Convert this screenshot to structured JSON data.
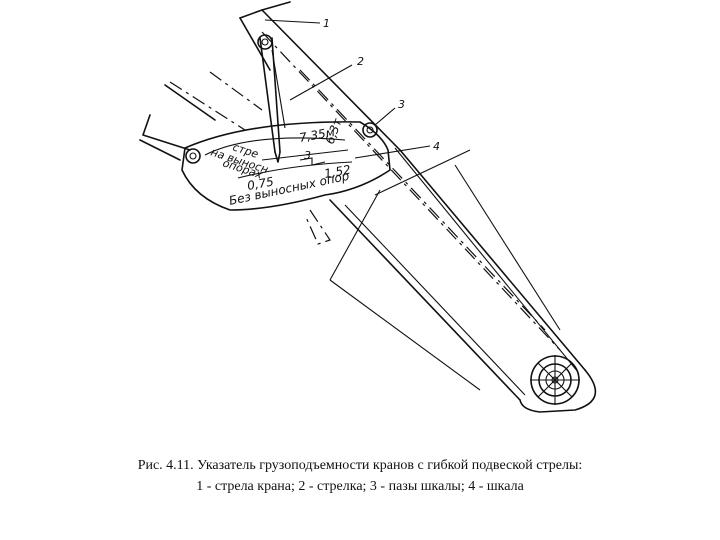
{
  "diagram": {
    "callouts": [
      "1",
      "2",
      "3",
      "4"
    ],
    "scale": {
      "upper_label_line1": "стре",
      "upper_label_line2": "на выносн",
      "upper_label_line3": "опорах",
      "value_radius_top": "7,35м",
      "value_load_top": "6,3т",
      "value_small": "3",
      "value_radius_mid": "1,52",
      "value_load_bottom": "0,75",
      "lower_label": "Без выносных опор"
    }
  },
  "caption": {
    "line1": "Рис. 4.11. Указатель грузоподъемности кранов с гибкой подвеской стрелы:",
    "line2": "1 - стрела крана; 2 - стрелка; 3 - пазы шкалы; 4 - шкала"
  }
}
